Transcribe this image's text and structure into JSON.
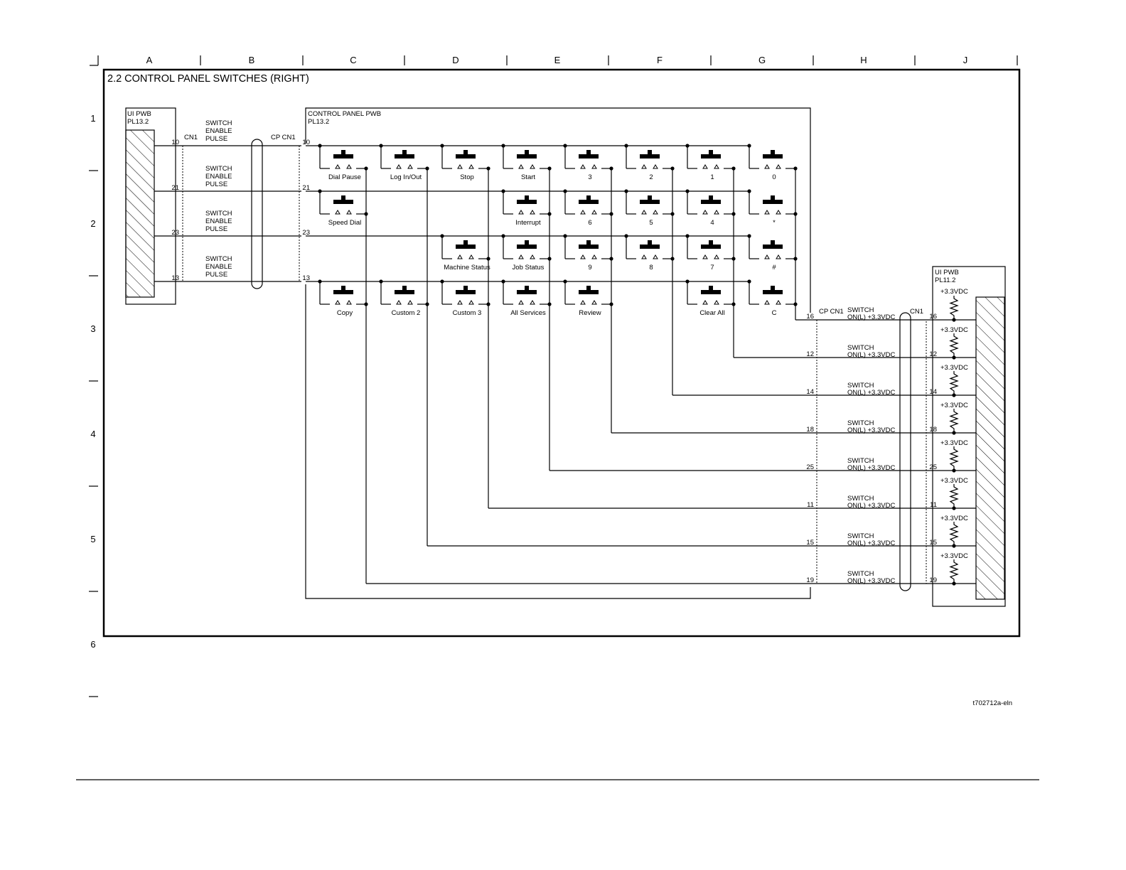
{
  "drawing_id": "t702712a-eln",
  "title": "2.2 CONTROL PANEL SWITCHES (RIGHT)",
  "column_labels": [
    "A",
    "B",
    "C",
    "D",
    "E",
    "F",
    "G",
    "H",
    "J"
  ],
  "row_labels": [
    "1",
    "2",
    "3",
    "4",
    "5",
    "6"
  ],
  "left_board": {
    "name": "UI PWB",
    "ref": "PL13.2",
    "connector": "CN1",
    "pins": [
      "10",
      "21",
      "23",
      "13"
    ],
    "signal_line1": "SWITCH",
    "signal_line2": "ENABLE",
    "signal_line3": "PULSE"
  },
  "control_panel": {
    "name": "CONTROL PANEL PWB",
    "ref": "PL13.2",
    "left_connector": "CP CN1",
    "left_pins": [
      "10",
      "21",
      "23",
      "13"
    ],
    "right_connector": "CP CN1",
    "right_pins": [
      "16",
      "12",
      "14",
      "18",
      "25",
      "11",
      "15",
      "19"
    ],
    "switch_rows": [
      [
        "Dial Pause",
        "Log In/Out",
        "Stop",
        "Start",
        "3",
        "2",
        "1",
        "0"
      ],
      [
        "Speed Dial",
        "",
        "",
        "Interrupt",
        "6",
        "5",
        "4",
        "*"
      ],
      [
        "",
        "",
        "Machine Status",
        "Job Status",
        "9",
        "8",
        "7",
        "#"
      ],
      [
        "Copy",
        "Custom 2",
        "Custom 3",
        "All Services",
        "Review",
        "",
        "Clear All",
        "C"
      ]
    ]
  },
  "right_board": {
    "name": "UI PWB",
    "ref": "PL11.2",
    "connector": "CN1",
    "pins": [
      "16",
      "12",
      "14",
      "18",
      "25",
      "11",
      "15",
      "19"
    ],
    "supply": "+3.3VDC",
    "signal_line1": "SWITCH",
    "signal_line2": "ON(L) +3.3VDC"
  }
}
